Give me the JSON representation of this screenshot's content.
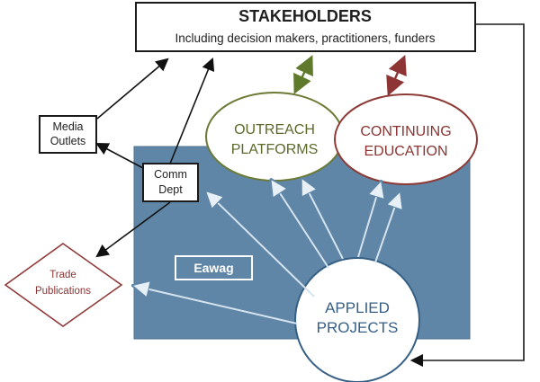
{
  "stakeholders": {
    "title": "STAKEHOLDERS",
    "subtitle": "Including decision makers, practitioners, funders"
  },
  "media_outlets": {
    "line1": "Media",
    "line2": "Outlets"
  },
  "comm_dept": {
    "line1": "Comm",
    "line2": "Dept"
  },
  "trade_publications": {
    "line1": "Trade",
    "line2": "Publications"
  },
  "outreach_platforms": {
    "line1": "OUTREACH",
    "line2": "PLATFORMS"
  },
  "continuing_education": {
    "line1": "CONTINUING",
    "line2": "EDUCATION"
  },
  "eawag": {
    "label": "Eawag"
  },
  "applied_projects": {
    "line1": "APPLIED",
    "line2": "PROJECTS"
  },
  "colors": {
    "background_panel": "#5f86a6",
    "applied_projects_text": "#365f86",
    "outreach_border": "#6b7a35",
    "outreach_text": "#5b6a2a",
    "continuing_border": "#8e3a37",
    "continuing_text": "#8a3432",
    "trade_border": "#8f3a39",
    "trade_text": "#8a3432",
    "dark_text": "#1f1f1f",
    "light_arrow": "#d5e3ef"
  }
}
